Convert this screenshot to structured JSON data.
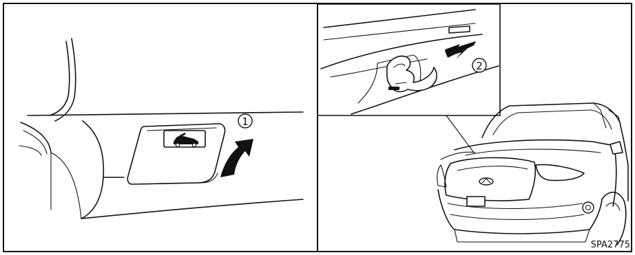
{
  "figure": {
    "left_panel": {
      "step_label": "1",
      "icon": "hood-open-car-icon"
    },
    "right_panel": {
      "step_label": "2",
      "icon": "suv-front-icon"
    },
    "figure_code": "SPA2775"
  }
}
